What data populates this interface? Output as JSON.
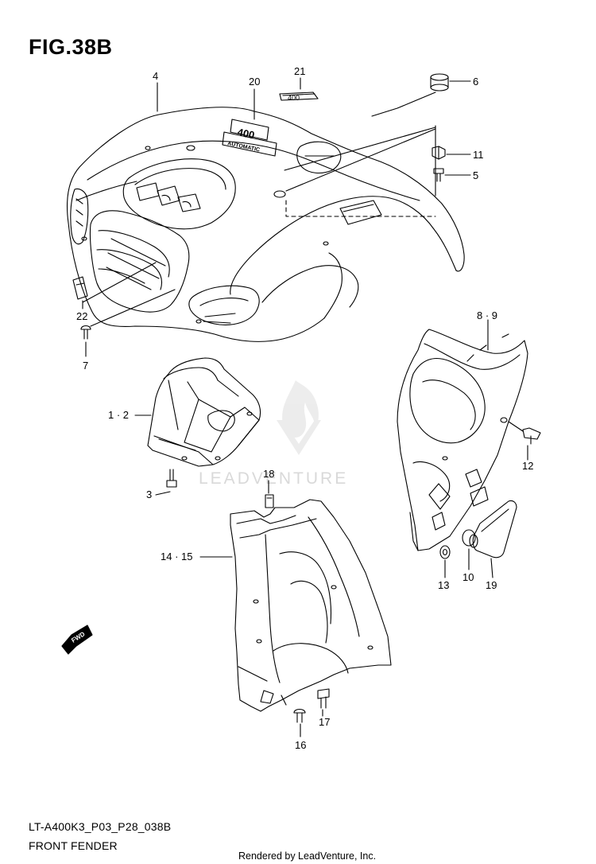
{
  "figure": {
    "title": "FIG.38B"
  },
  "callouts": [
    {
      "id": "c4",
      "label": "4"
    },
    {
      "id": "c20",
      "label": "20"
    },
    {
      "id": "c21",
      "label": "21"
    },
    {
      "id": "c6",
      "label": "6"
    },
    {
      "id": "c11",
      "label": "11"
    },
    {
      "id": "c5",
      "label": "5"
    },
    {
      "id": "c22",
      "label": "22"
    },
    {
      "id": "c7",
      "label": "7"
    },
    {
      "id": "c89",
      "label": "8 · 9"
    },
    {
      "id": "c12",
      "label": "12"
    },
    {
      "id": "c12b",
      "label": "1 · 2"
    },
    {
      "id": "c3",
      "label": "3"
    },
    {
      "id": "c18",
      "label": "18"
    },
    {
      "id": "c1415",
      "label": "14 · 15"
    },
    {
      "id": "c13",
      "label": "13"
    },
    {
      "id": "c10",
      "label": "10"
    },
    {
      "id": "c19",
      "label": "19"
    },
    {
      "id": "c17",
      "label": "17"
    },
    {
      "id": "c16",
      "label": "16"
    }
  ],
  "decals": {
    "emblem_text": "400",
    "badge_text": "AUTOMATIC",
    "fwd_text": "FWD"
  },
  "watermark": {
    "text": "LEADVENTURE"
  },
  "footer": {
    "code": "LT-A400K3_P03_P28_038B",
    "name": "FRONT FENDER",
    "rendered": "Rendered by LeadVenture, Inc."
  }
}
